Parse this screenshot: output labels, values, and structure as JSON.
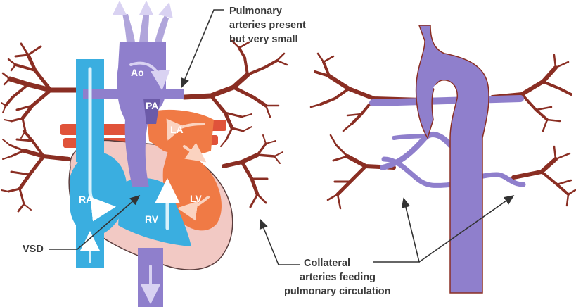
{
  "labels": {
    "ao": "Ao",
    "pa": "PA",
    "la": "LA",
    "lv": "LV",
    "ra": "RA",
    "rv": "RV",
    "vsd": "VSD",
    "pulmonary_line1": "Pulmonary",
    "pulmonary_line2": "arteries present",
    "pulmonary_line3": "but very small",
    "collateral_line1": "Collateral",
    "collateral_line2": "arteries feeding",
    "collateral_line3": "pulmonary circulation"
  },
  "colors": {
    "aorta": "#8f7fcc",
    "aorta_dark": "#6b5aa8",
    "right_side": "#3aaee0",
    "left_side": "#f07a45",
    "heart_wall": "#f2c9c4",
    "pulmonary_vessels": "#8a2e23",
    "veins_red": "#e0533a",
    "arrow_light": "#d9d2f2",
    "leader_line": "#333333"
  }
}
